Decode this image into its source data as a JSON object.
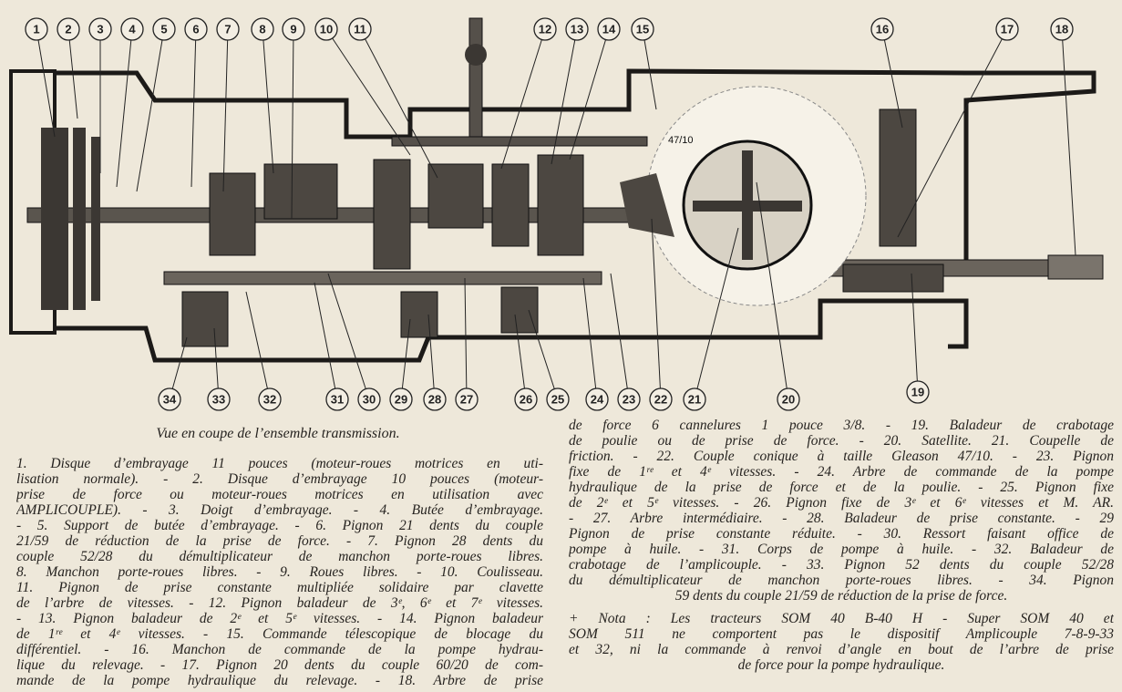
{
  "diagram": {
    "ratio_label": "47/10",
    "callouts_top": [
      "1",
      "2",
      "3",
      "4",
      "5",
      "6",
      "7",
      "8",
      "9",
      "10",
      "11",
      "12",
      "13",
      "14",
      "15",
      "16",
      "17",
      "18"
    ],
    "callouts_bottom": [
      "34",
      "33",
      "32",
      "31",
      "30",
      "29",
      "28",
      "27",
      "26",
      "25",
      "24",
      "23",
      "22",
      "21",
      "20",
      "19"
    ]
  },
  "caption": "Vue en coupe de l’ensemble transmission.",
  "left_lines": [
    "1. Disque d’embrayage 11 pouces (moteur-roues motrices en uti-",
    "lisation normale). - 2. Disque d’embrayage 10 pouces (moteur-",
    "prise de force ou moteur-roues motrices en utilisation avec",
    "AMPLICOUPLE). - 3. Doigt d’embrayage. - 4. Butée d’embrayage.",
    "- 5. Support de butée d’embrayage. - 6. Pignon 21 dents du couple",
    "21/59 de réduction de la prise de force. - 7. Pignon 28 dents du",
    "couple 52/28 du démultiplicateur de manchon porte-roues libres.",
    "8. Manchon porte-roues libres. - 9. Roues libres. - 10. Coulisseau.",
    "11. Pignon de prise constante multipliée solidaire par clavette",
    "de l’arbre de vitesses. - 12. Pignon baladeur de 3ᵉ, 6ᵉ et 7ᵉ vitesses.",
    "- 13. Pignon baladeur de 2ᵉ et 5ᵉ vitesses. - 14. Pignon baladeur",
    "de 1ʳᵉ et 4ᵉ vitesses. - 15. Commande télescopique de blocage du",
    "différentiel. - 16. Manchon de commande de la pompe hydrau-",
    "lique du relevage. - 17. Pignon 20 dents du couple 60/20 de com-",
    "mande de la pompe hydraulique du relevage. - 18. Arbre de prise"
  ],
  "right_lines": [
    "de force 6 cannelures 1 pouce 3/8. - 19. Baladeur de crabotage",
    "de poulie ou de prise de force. - 20. Satellite. 21. Coupelle de",
    "friction. - 22. Couple conique à taille Gleason 47/10. - 23. Pignon",
    "fixe de 1ʳᵉ et 4ᵉ vitesses. - 24. Arbre de commande de la pompe",
    "hydraulique de la prise de force et de la poulie. - 25. Pignon fixe",
    "de 2ᵉ et 5ᵉ vitesses. - 26. Pignon fixe de 3ᵉ et 6ᵉ vitesses et M. AR.",
    "- 27. Arbre intermédiaire. - 28. Baladeur de prise constante. - 29",
    "Pignon de prise constante réduite. - 30. Ressort faisant office de",
    "pompe à huile. - 31. Corps de pompe à huile. - 32. Baladeur de",
    "crabotage de l’amplicouple. - 33. Pignon 52 dents du couple 52/28",
    "du démultiplicateur de manchon porte-roues libres. - 34. Pignon",
    "59 dents du couple 21/59 de réduction de la prise de force."
  ],
  "nota_lines": [
    "+ Nota : Les tracteurs SOM 40 B-40 H - Super SOM 40 et",
    "SOM 511 ne comportent pas le dispositif Amplicouple 7-8-9-33",
    "et 32, ni la commande à renvoi d’angle en bout de l’arbre de prise",
    "de force pour la pompe hydraulique."
  ]
}
